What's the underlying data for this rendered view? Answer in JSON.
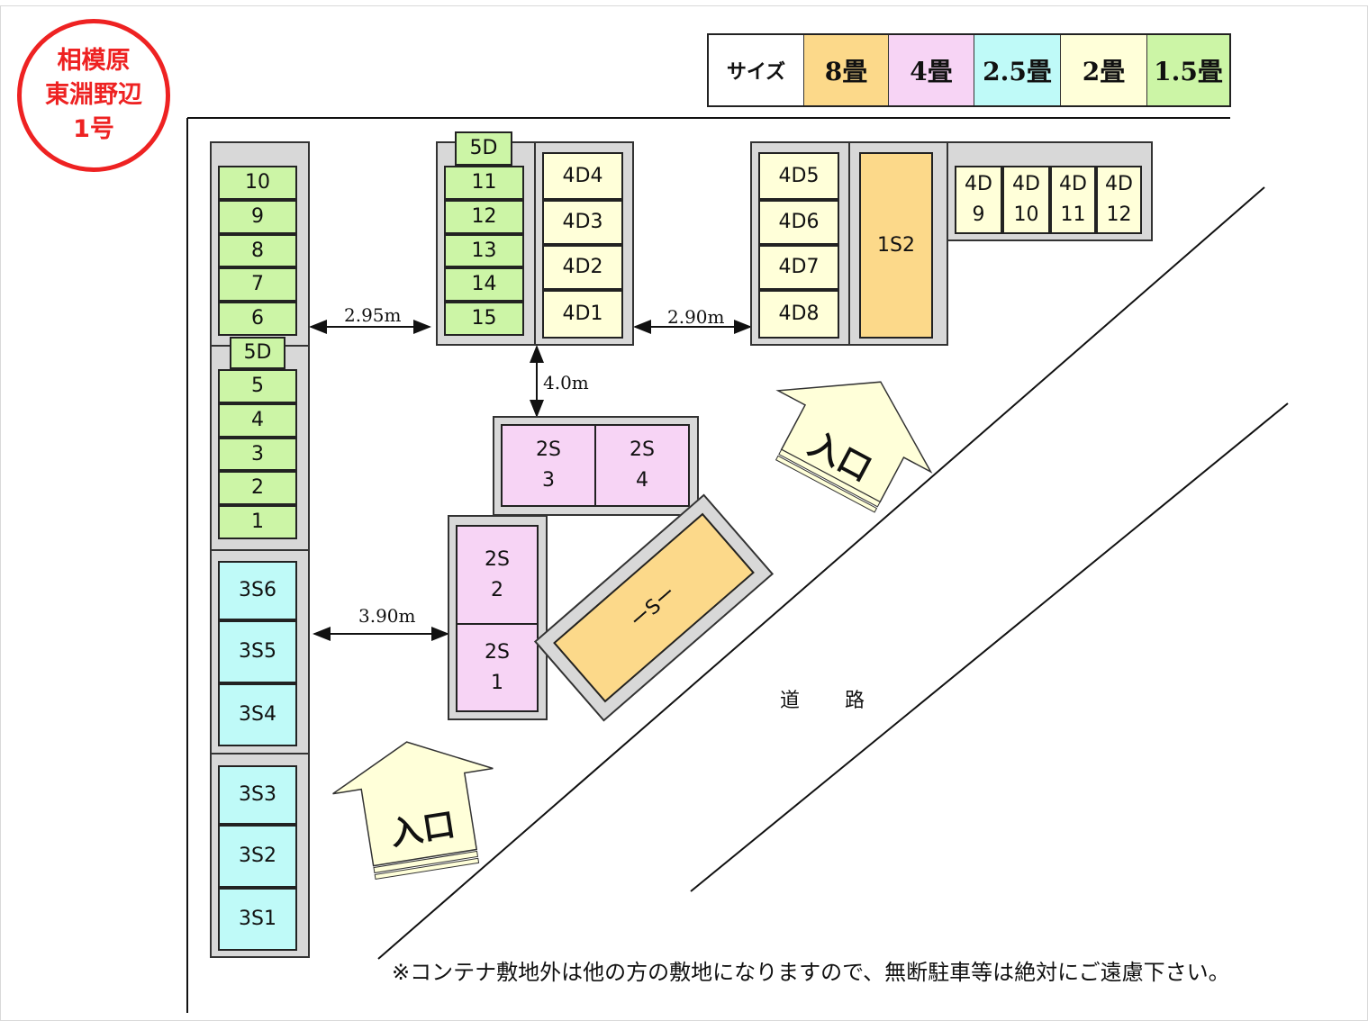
{
  "badge": {
    "line1": "相模原",
    "line2": "東淵野辺",
    "line3": "1号"
  },
  "legend": {
    "header": "サイズ",
    "items": [
      {
        "label": "8畳",
        "color": "#fcd98a"
      },
      {
        "label": "4畳",
        "color": "#f7d4f5"
      },
      {
        "label": "2.5畳",
        "color": "#bffaf8"
      },
      {
        "label": "2畳",
        "color": "#ffffd9"
      },
      {
        "label": "1.5畳",
        "color": "#ccf5a6"
      }
    ]
  },
  "units": {
    "left_top": [
      "10",
      "9",
      "8",
      "7",
      "6"
    ],
    "left_top_door": "5D",
    "left_bottom": [
      "5",
      "4",
      "3",
      "2",
      "1"
    ],
    "left_3s_upper": [
      "3S6",
      "3S5",
      "3S4"
    ],
    "left_3s_lower": [
      "3S3",
      "3S2",
      "3S1"
    ],
    "mid_door": "5D",
    "mid_green": [
      "11",
      "12",
      "13",
      "14",
      "15"
    ],
    "mid_yellow": [
      "4D4",
      "4D3",
      "4D2",
      "4D1"
    ],
    "right_yellow": [
      "4D5",
      "4D6",
      "4D7",
      "4D8"
    ],
    "big_orange": "1S2",
    "right_small": [
      {
        "top": "4D",
        "bottom": "9"
      },
      {
        "top": "4D",
        "bottom": "10"
      },
      {
        "top": "4D",
        "bottom": "11"
      },
      {
        "top": "4D",
        "bottom": "12"
      }
    ],
    "pink_top": [
      {
        "top": "2S",
        "bottom": "3"
      },
      {
        "top": "2S",
        "bottom": "4"
      }
    ],
    "pink_left": [
      {
        "top": "2S",
        "bottom": "2"
      },
      {
        "top": "2S",
        "bottom": "1"
      }
    ],
    "diagonal": "ーSー"
  },
  "dimensions": {
    "gap_left_mid": "2.95m",
    "gap_mid_right": "2.90m",
    "gap_vertical": "4.0m",
    "gap_lower": "3.90m"
  },
  "entrances": {
    "upper": "入口",
    "lower": "入口"
  },
  "road_label": "道　路",
  "note": "※コンテナ敷地外は他の方の敷地になりますので、無断駐車等は絶対にご遠慮下さい。"
}
